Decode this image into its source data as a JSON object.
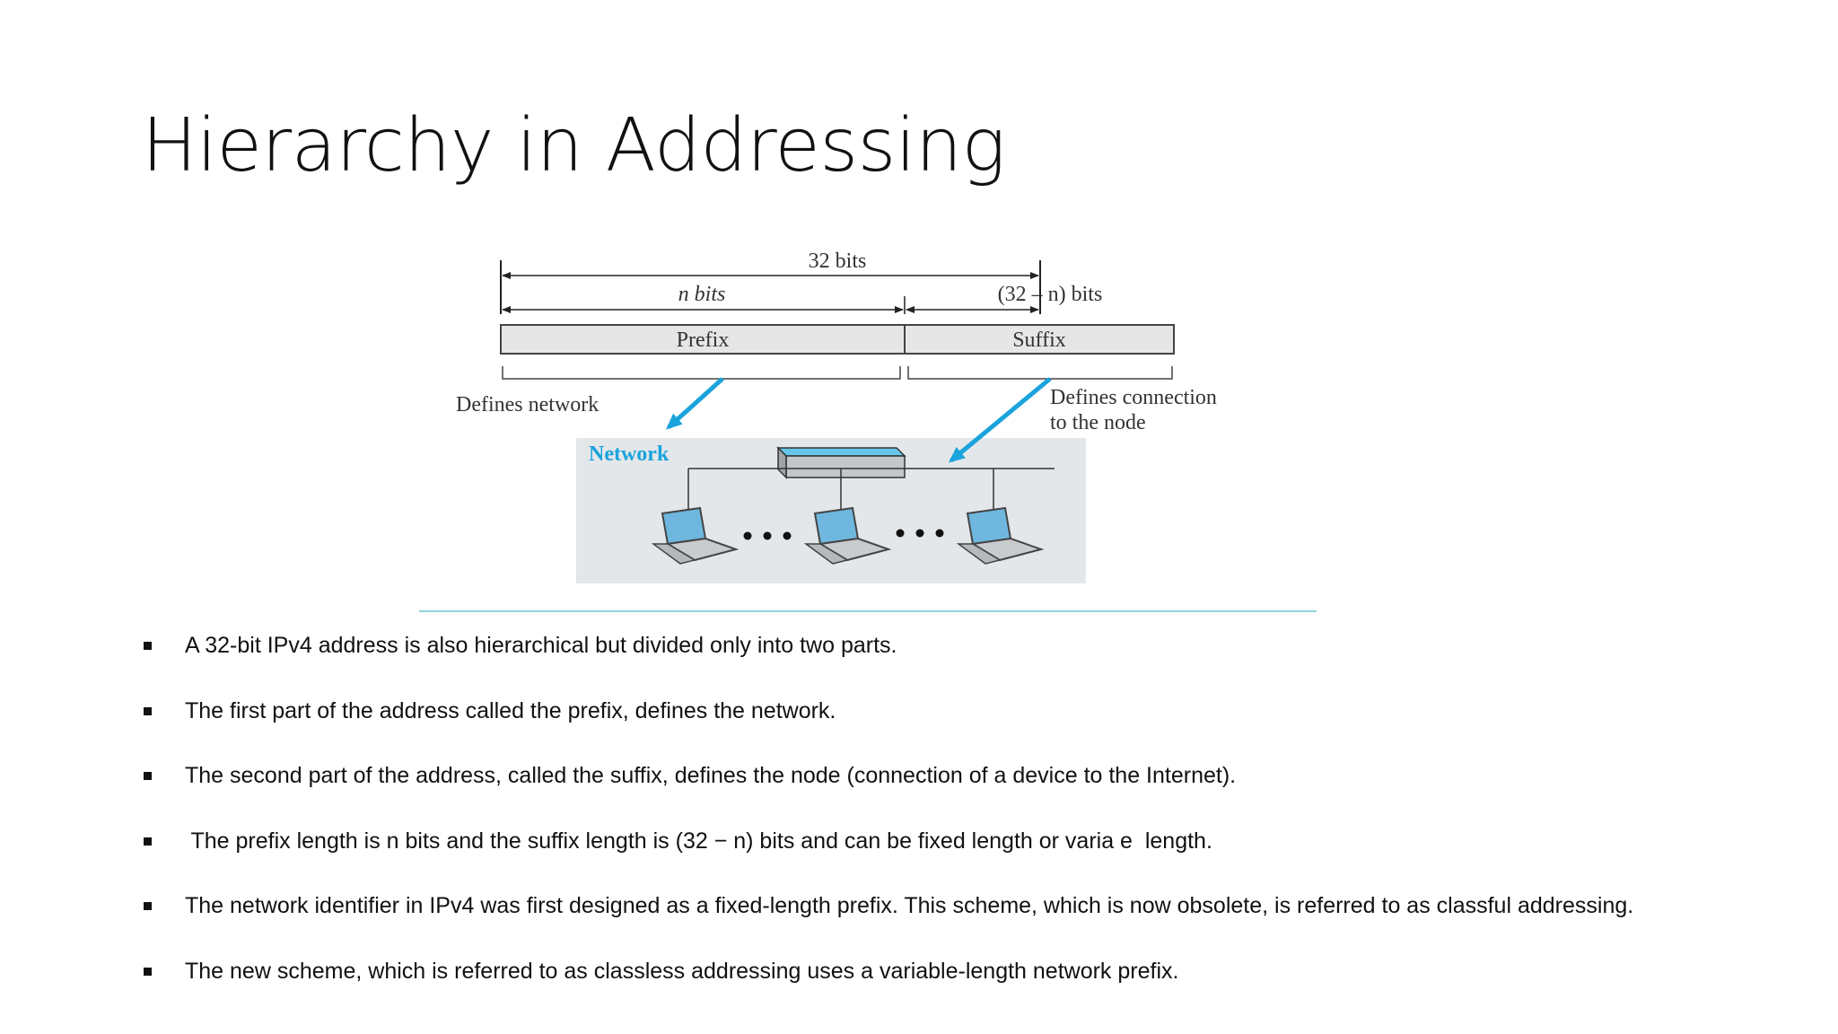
{
  "slide": {
    "title": "Hierarchy in Addressing"
  },
  "figure": {
    "total_label": "32 bits",
    "prefix_bits_label": "n bits",
    "suffix_bits_label": "(32 – n) bits",
    "prefix_label": "Prefix",
    "suffix_label": "Suffix",
    "defines_network": "Defines network",
    "defines_connection_line1": "Defines connection",
    "defines_connection_line2": "to the node",
    "network_label": "Network",
    "colors": {
      "accent": "#1aa3dc",
      "network_bg": "#e3e7ea",
      "box_fill": "#e6e6e6",
      "switch_top": "#66c6ea"
    }
  },
  "bullets": [
    "A 32-bit IPv4 address is also hierarchical but divided only into two parts.",
    "The first part of the address called the prefix, defines the network.",
    "The second part of the address, called the suffix, defines the node (connection of a device to the Internet).",
    " The prefix length is n bits and the suffix length is (32 − n) bits and can be fixed length or varia e  length.",
    "The network identifier in IPv4 was first designed as a fixed-length prefix. This scheme, which is now obsolete, is referred to as classful addressing.",
    "The new scheme, which is referred to as classless addressing uses a variable-length network prefix."
  ]
}
